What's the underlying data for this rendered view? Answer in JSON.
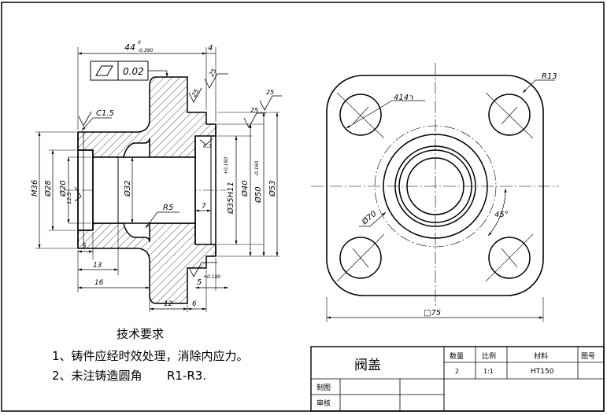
{
  "drawing": {
    "dims": {
      "overall_len": "44",
      "overall_tol": "0",
      "overall_tol_lo": "-0.390",
      "top_4": "4",
      "flatness_val": "0.02",
      "chamfer": "C1.5",
      "rough_top": "25",
      "rough_top2": "25",
      "rough_mid": "25",
      "rough_right": "25",
      "rough_left": "12.5",
      "rough_r": "6.3",
      "d36": "M36",
      "d28": "Ø28",
      "d20": "Ø20",
      "d32": "Ø32",
      "d35": "Ø35H11",
      "d35_tol": "+0.160",
      "d40": "Ø40",
      "d50": "Ø50",
      "d50_tol": "-0.160",
      "d53": "Ø53",
      "r5": "R5",
      "d7": "7",
      "d5": "5",
      "d13": "13",
      "d16": "16",
      "d12": "12",
      "d6": "6",
      "d5b": "5",
      "d5b_tol": "+0.180",
      "r13": "R13",
      "holes": "4ר14",
      "d70": "Ø70",
      "ang45": "45°",
      "sq75": "□75"
    },
    "notes": {
      "heading": "技术要求",
      "line1": "1、铸件应经时效处理，消除内应力。",
      "line2_a": "2、未注铸造圆角",
      "line2_b": "R1-R3."
    },
    "title_block": {
      "part_name": "阀盖",
      "qty_label": "数量",
      "scale_label": "比例",
      "material_label": "材料",
      "drawing_no_label": "图号",
      "qty": "2",
      "scale": "1:1",
      "material": "HT150",
      "drawn_label": "制图",
      "checked_label": "审核"
    }
  }
}
